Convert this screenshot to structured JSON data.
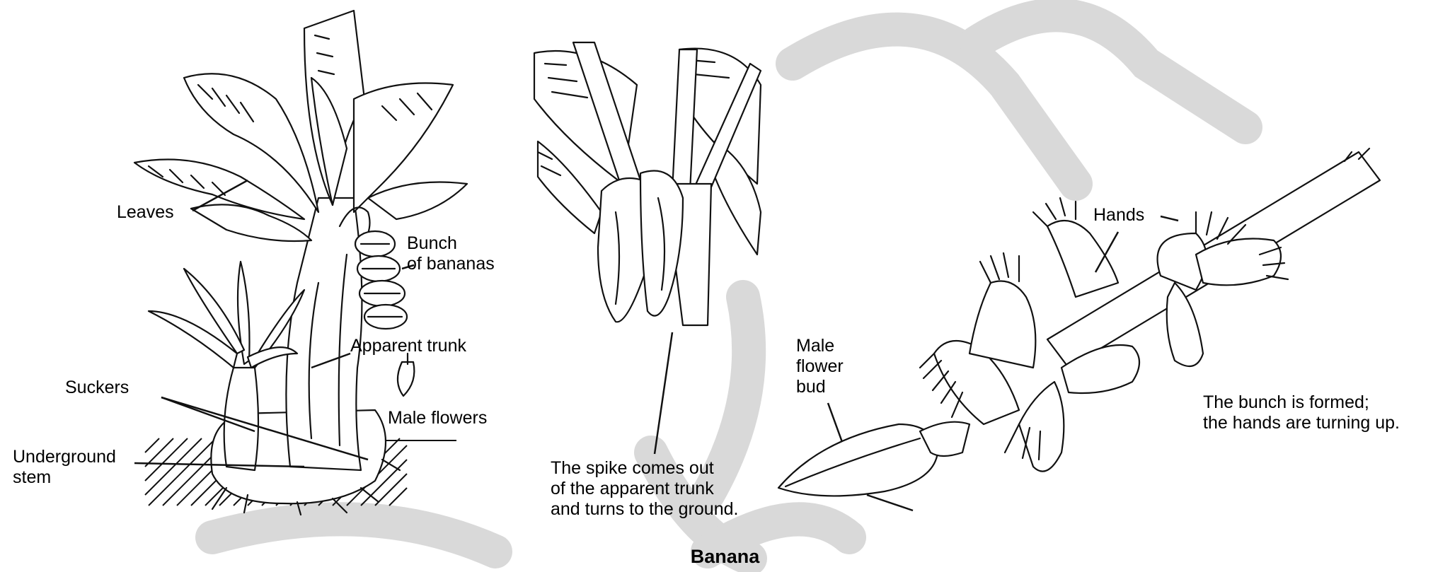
{
  "labels": {
    "leaves": "Leaves",
    "bunch": "Bunch\nof bananas",
    "trunk": "Apparent trunk",
    "suckers": "Suckers",
    "male_flowers": "Male flowers",
    "underground": "Underground\nstem",
    "spike": "The spike comes out\nof the apparent trunk\nand turns to the ground.",
    "male_bud": "Male\nflower\nbud",
    "hands": "Hands",
    "formed": "The bunch is formed;\nthe hands are turning up."
  },
  "caption": "Banana",
  "colors": {
    "ink": "#111111",
    "background": "#ffffff",
    "watermark": "#d6d6d6"
  }
}
